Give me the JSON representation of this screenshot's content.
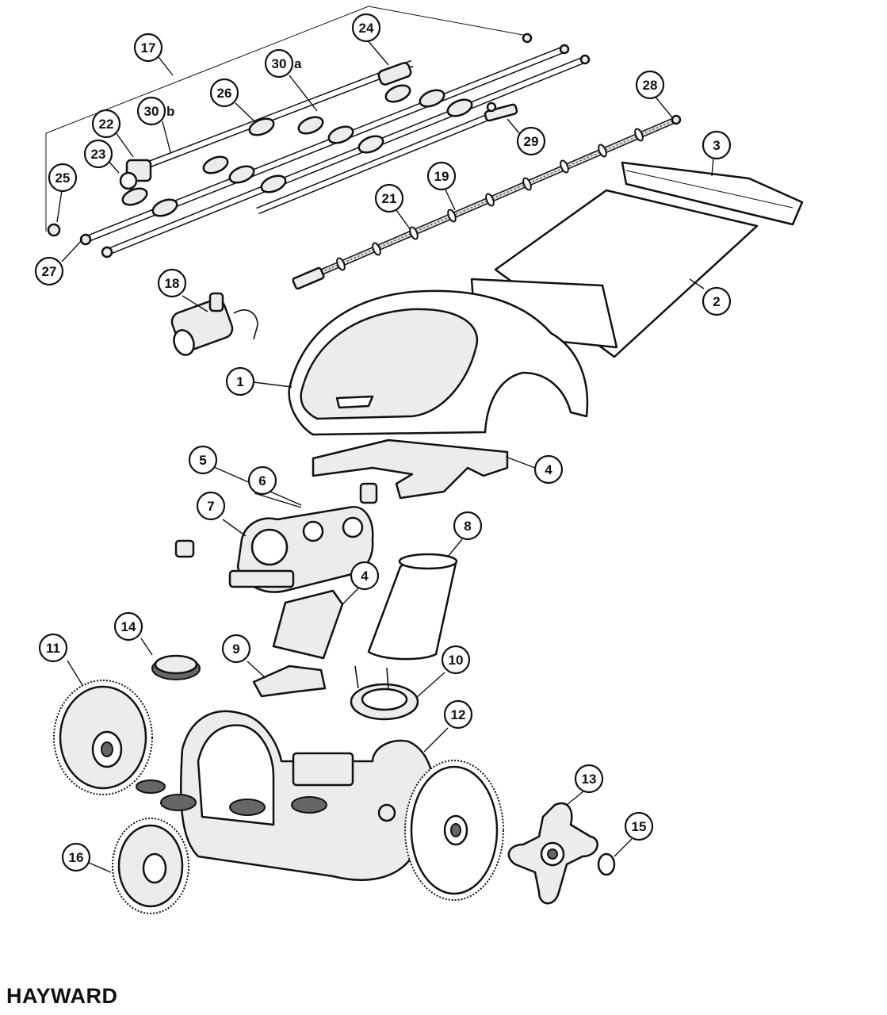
{
  "brand": "HAYWARD",
  "callouts": [
    {
      "id": "c1",
      "label": "1"
    },
    {
      "id": "c2",
      "label": "2"
    },
    {
      "id": "c3",
      "label": "3"
    },
    {
      "id": "c4a",
      "label": "4"
    },
    {
      "id": "c4b",
      "label": "4"
    },
    {
      "id": "c5",
      "label": "5"
    },
    {
      "id": "c6",
      "label": "6"
    },
    {
      "id": "c7",
      "label": "7"
    },
    {
      "id": "c8",
      "label": "8"
    },
    {
      "id": "c9",
      "label": "9"
    },
    {
      "id": "c10",
      "label": "10"
    },
    {
      "id": "c11",
      "label": "11"
    },
    {
      "id": "c12",
      "label": "12"
    },
    {
      "id": "c13",
      "label": "13"
    },
    {
      "id": "c14",
      "label": "14"
    },
    {
      "id": "c15",
      "label": "15"
    },
    {
      "id": "c16",
      "label": "16"
    },
    {
      "id": "c17",
      "label": "17"
    },
    {
      "id": "c18",
      "label": "18"
    },
    {
      "id": "c19",
      "label": "19"
    },
    {
      "id": "c21",
      "label": "21"
    },
    {
      "id": "c22",
      "label": "22"
    },
    {
      "id": "c23",
      "label": "23"
    },
    {
      "id": "c24",
      "label": "24"
    },
    {
      "id": "c25",
      "label": "25"
    },
    {
      "id": "c26",
      "label": "26"
    },
    {
      "id": "c27",
      "label": "27"
    },
    {
      "id": "c28",
      "label": "28"
    },
    {
      "id": "c29",
      "label": "29"
    },
    {
      "id": "c30a",
      "label": "30",
      "suffix": "a"
    },
    {
      "id": "c30b",
      "label": "30",
      "suffix": "b"
    }
  ]
}
